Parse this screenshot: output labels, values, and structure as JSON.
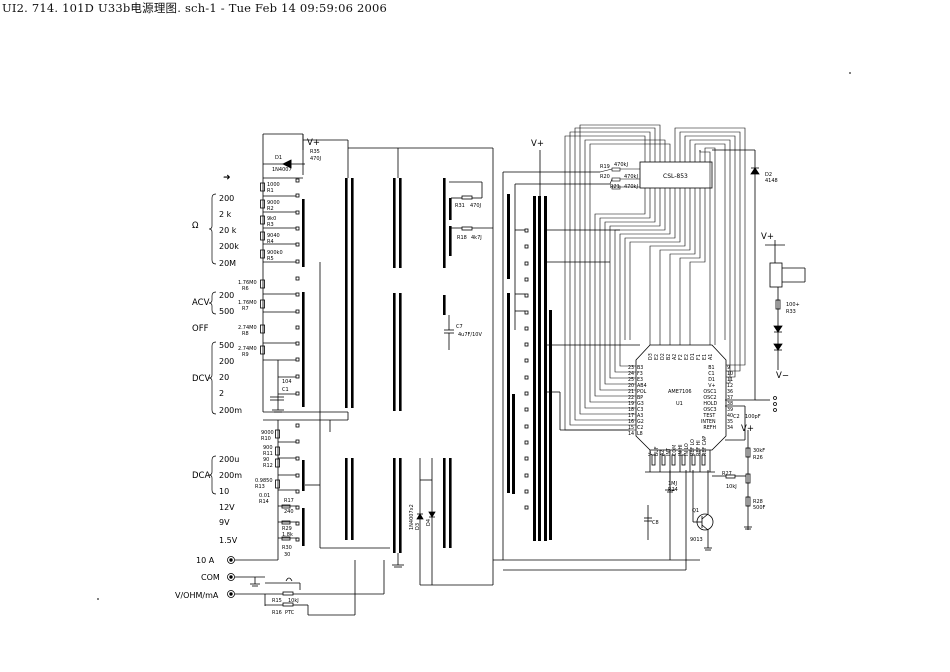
{
  "header": {
    "title": "UI2. 714. 101D U33b电源理图. sch-1 -  Tue Feb 14 09:59:06 2006"
  },
  "range_labels": {
    "ohm_symbol": "Ω",
    "ohm": [
      "200",
      "2  k",
      "20  k",
      "200k",
      "20M"
    ],
    "acv_name": "ACV",
    "acv": [
      "200",
      "500"
    ],
    "off": "OFF",
    "dcv_name": "DCV",
    "dcv": [
      "500",
      "200",
      "20",
      "2",
      "200m"
    ],
    "dca_name": "DCA",
    "dca": [
      "200u",
      "200m",
      "10"
    ],
    "bat": [
      "12V",
      "9V",
      "1.5V"
    ]
  },
  "terminals": [
    "10  A",
    "COM",
    "V/OHM/mA"
  ],
  "supply": "V+",
  "supply_neg": "V−",
  "components": {
    "d1": [
      "D1",
      "1N4007"
    ],
    "r35": [
      "R35",
      "470J"
    ],
    "r1": [
      "1000",
      "R1"
    ],
    "r2": [
      "9000",
      "R2"
    ],
    "r3": [
      "9k0",
      "R3"
    ],
    "r4": [
      "9040",
      "R4"
    ],
    "r5": [
      "900k0",
      "R5"
    ],
    "r6": [
      "1.76M0",
      "R6"
    ],
    "r7": [
      "1.76M0",
      "R7"
    ],
    "r8": [
      "2.74M0",
      "R8"
    ],
    "r9": [
      "2.74M0",
      "R9"
    ],
    "c1": [
      "104",
      "C1"
    ],
    "r10": [
      "9000",
      "R10"
    ],
    "r11": [
      "900",
      "R11"
    ],
    "r12": [
      "90",
      "R12"
    ],
    "r13": [
      "0.9850",
      "R13"
    ],
    "r14": [
      "0.01",
      "R14"
    ],
    "r17": [
      "R17",
      "240"
    ],
    "r29": [
      "R29",
      "1.8k"
    ],
    "r30": [
      "R30",
      "30"
    ],
    "r15": [
      "R15",
      "10kJ"
    ],
    "r16": [
      "R16",
      "PTC"
    ],
    "r31": [
      "R31",
      "470J"
    ],
    "r18": [
      "R18",
      "4k7J"
    ],
    "c7": [
      "C7",
      "4u7F/10V"
    ],
    "d3": [
      "1N4007x2",
      "D3"
    ],
    "d4": "D4",
    "r19": [
      "R19",
      "470kJ"
    ],
    "r20": [
      "R20",
      "470kJ"
    ],
    "r21": [
      "R21",
      "470kJ"
    ],
    "lcd": "CSL-853",
    "d2": [
      "D2",
      "4148"
    ],
    "r33": [
      "100+",
      "R33"
    ],
    "ic": [
      "AME7106",
      "U1"
    ],
    "r27": [
      "R27",
      "10kJ"
    ],
    "r26": [
      "30kF",
      "R26"
    ],
    "r28": [
      "R28",
      "500F"
    ],
    "c2": [
      "C2",
      "100pF"
    ],
    "q1": [
      "Q1",
      "9013"
    ],
    "r24": [
      "1MJ",
      "R24"
    ],
    "c8": "C8"
  },
  "ic_pins_left": [
    [
      "23",
      "B3"
    ],
    [
      "24",
      "F3"
    ],
    [
      "25",
      "E3"
    ],
    [
      "20",
      "AB4"
    ],
    [
      "21",
      "POL"
    ],
    [
      "22",
      "BP"
    ],
    [
      "19",
      "G3"
    ],
    [
      "18",
      "C3"
    ],
    [
      "17",
      "A3"
    ],
    [
      "16",
      "G2"
    ],
    [
      "15",
      "C2"
    ],
    [
      "14",
      "L8"
    ]
  ],
  "ic_pins_right": [
    [
      "9",
      "B1"
    ],
    [
      "10",
      "C1"
    ],
    [
      "11",
      "D1"
    ],
    [
      "12",
      "V+"
    ],
    [
      "36",
      "OSC1"
    ],
    [
      "37",
      "OSC2"
    ],
    [
      "38",
      "HOLD"
    ],
    [
      "39",
      "OSC3"
    ],
    [
      "40",
      "TEST"
    ],
    [
      "35",
      "INTEN"
    ],
    [
      "34",
      "REFH"
    ]
  ],
  "ic_pins_top": [
    "D3",
    "E2",
    "D2",
    "B2",
    "A2",
    "F2",
    "E2",
    "D1",
    "F1",
    "E1",
    "A1"
  ],
  "ic_pins_bottom": [
    "V-",
    "BUF",
    "AZ",
    "INT",
    "COM",
    "IN HI",
    "IN LO",
    "REF LO",
    "REF HI",
    "REF CAP"
  ]
}
